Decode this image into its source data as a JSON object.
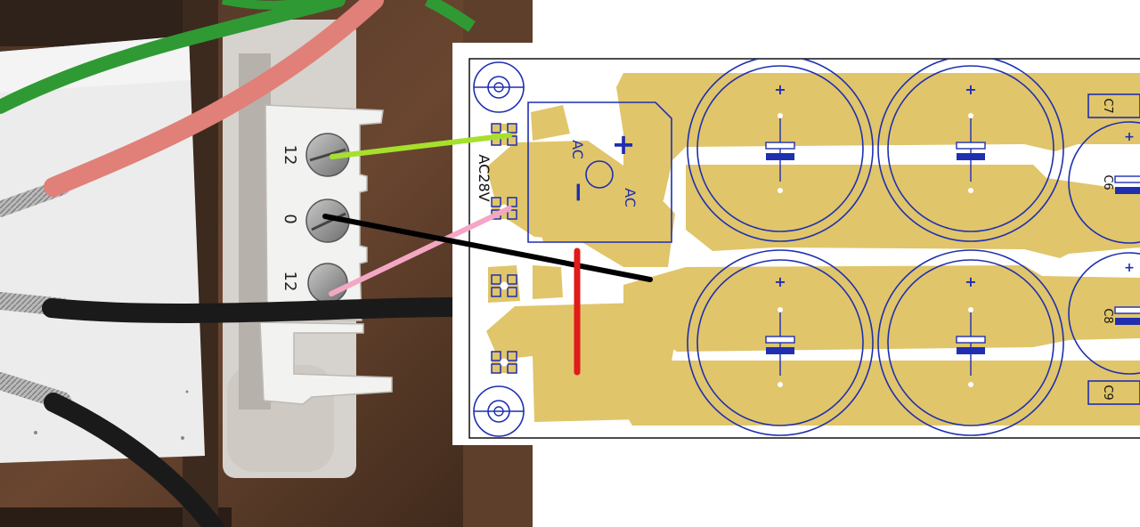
{
  "photo": {
    "terminal_labels": [
      "12",
      "0",
      "12"
    ],
    "wire_colors": {
      "green": "#2f9a33",
      "pink": "#e08078",
      "black": "#1a1a1a"
    }
  },
  "pcb": {
    "input_label": "AC28V",
    "bridge_labels": {
      "ac_left": "AC",
      "ac_right": "AC",
      "plus": "+",
      "minus": "−"
    },
    "capacitor_polarity": "+",
    "small_cap_labels": [
      "C7",
      "C6",
      "C8",
      "C9"
    ],
    "colors": {
      "copper": "#e0c56a",
      "outline": "#1f2fb0",
      "board": "#ffffff"
    }
  },
  "overlay_wires": {
    "colors": {
      "green": "#a6e02c",
      "pink": "#f4a7c4",
      "black": "#000000",
      "red": "#e01b1b"
    }
  }
}
